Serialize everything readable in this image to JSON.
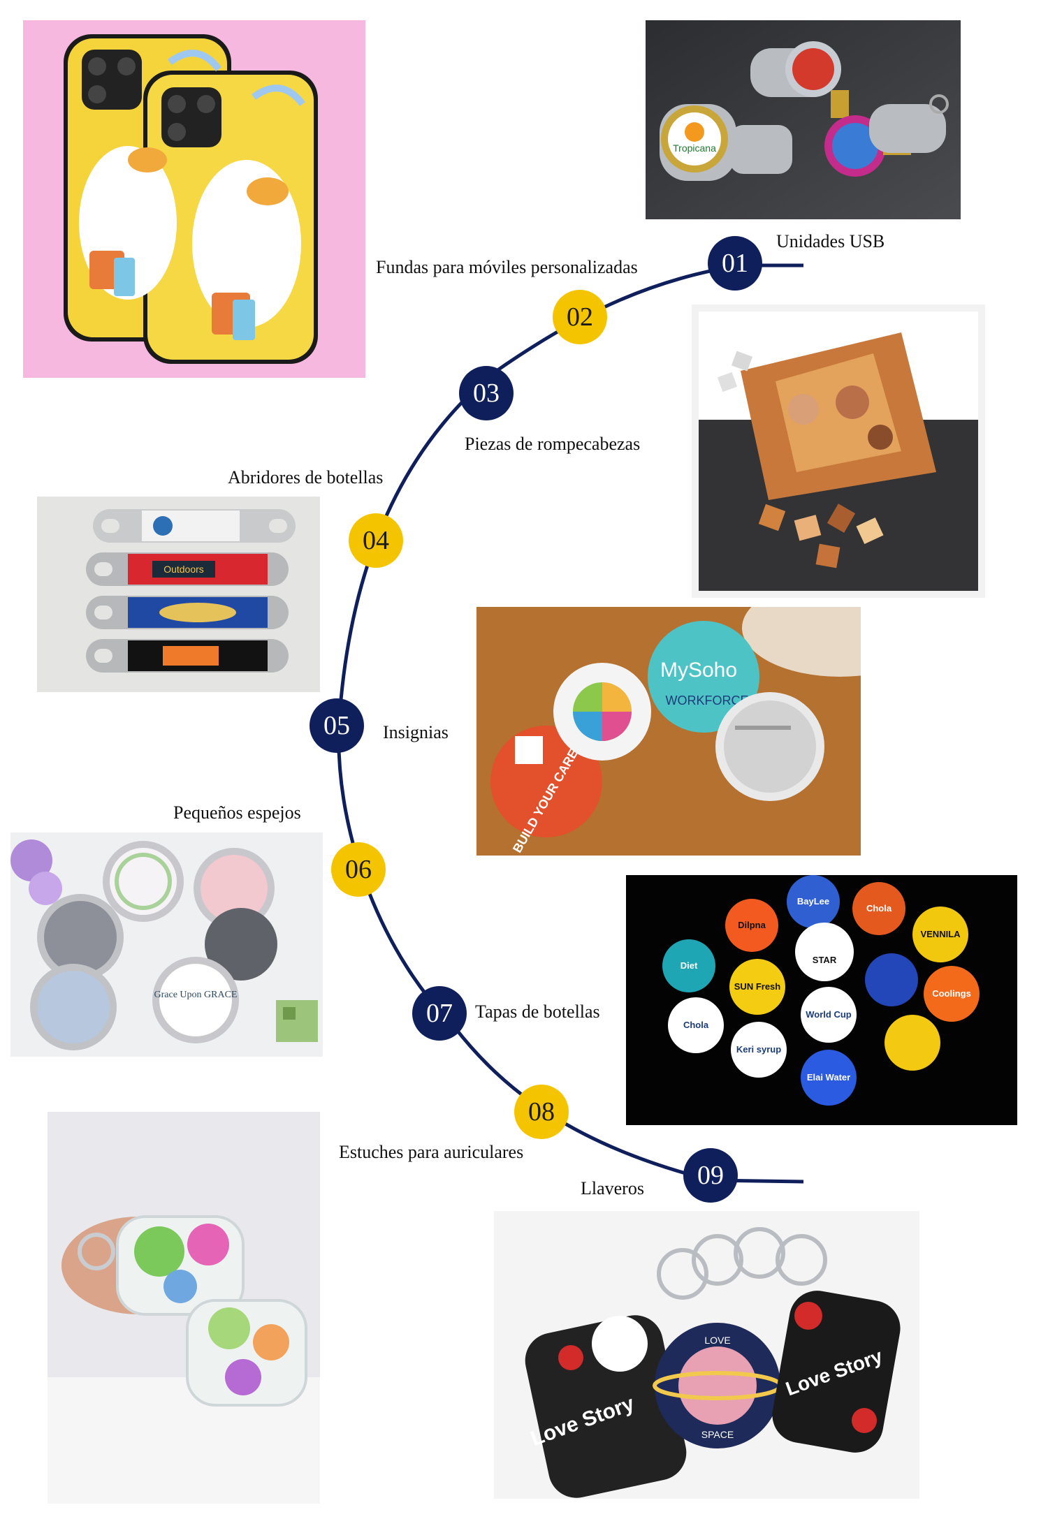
{
  "nodes": [
    {
      "num": "01",
      "label": "Unidades USB",
      "style": "navy"
    },
    {
      "num": "02",
      "label": "Fundas para móviles personalizadas",
      "style": "gold"
    },
    {
      "num": "03",
      "label": "Piezas de rompecabezas",
      "style": "navy"
    },
    {
      "num": "04",
      "label": "Abridores de botellas",
      "style": "gold"
    },
    {
      "num": "05",
      "label": "Insignias",
      "style": "navy"
    },
    {
      "num": "06",
      "label": "Pequeños espejos",
      "style": "gold"
    },
    {
      "num": "07",
      "label": "Tapas de botellas",
      "style": "navy"
    },
    {
      "num": "08",
      "label": "Estuches para auriculares",
      "style": "gold"
    },
    {
      "num": "09",
      "label": "Llaveros",
      "style": "navy"
    }
  ],
  "photos": {
    "usb_brand": "Tropicana",
    "opener_brand": "Outdoors",
    "badge_slogan": "BUILD YOUR CAREER",
    "badge_brand_name": "MySoho",
    "badge_sub": "WORKFORCE",
    "mirror_text": "Grace Upon GRACE",
    "cap_brands": [
      "BayLee",
      "Chola",
      "Dilpna",
      "STAR",
      "VENNILA",
      "Diet",
      "SUN Fresh",
      "World Cup",
      "Coolings",
      "Chola",
      "Keri syrup",
      "Elai Water"
    ],
    "keychain_text": [
      "Love Story",
      "LOVE",
      "SPACE",
      "Love Story"
    ]
  },
  "colors": {
    "navy": "#0f1f5c",
    "gold": "#f5c400"
  }
}
